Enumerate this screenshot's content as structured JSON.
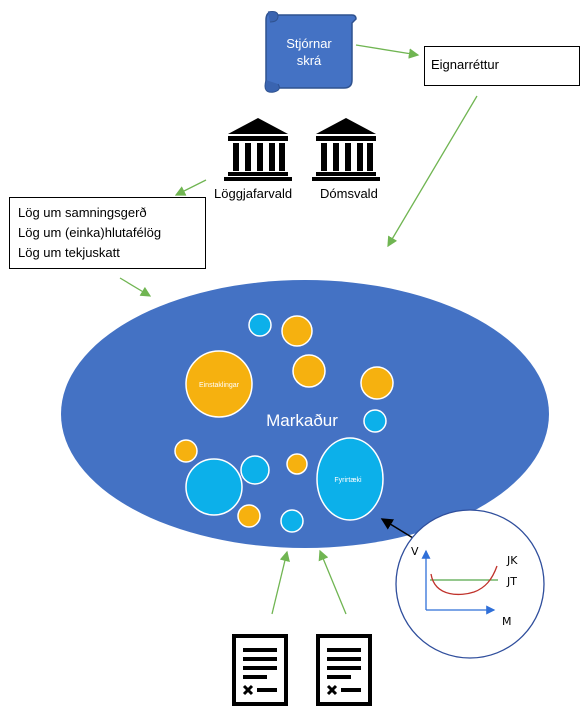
{
  "scroll": {
    "title_line1": "Stjórnar",
    "title_line2": "skrá"
  },
  "ownership_box": {
    "text": "Eignarréttur"
  },
  "buildings": {
    "legislative": "Löggjafarvald",
    "judicial": "Dómsvald"
  },
  "laws_box": {
    "lines": [
      "Lög um samningsgerð",
      "Lög um (einka)hlutafélög",
      "Lög um tekjuskatt"
    ]
  },
  "market": {
    "label": "Markaður",
    "individuals_label": "Einstaklingar",
    "firms_label": "Fyrirtæki"
  },
  "cost_chart": {
    "y_axis_label": "V",
    "x_axis_label": "M",
    "curve_upper_label": "JK",
    "curve_lower_label": "JT"
  },
  "documents": {
    "count": 2
  },
  "colors": {
    "market_blue": "#4472c4",
    "bubble_cyan": "#0cb0ea",
    "bubble_orange": "#f6b10f",
    "arrow_green": "#70b552",
    "scroll_blue": "#4472c4",
    "chart_border": "#2f4e9c",
    "curve_red": "#c0322b",
    "curve_green": "#56a64a"
  }
}
